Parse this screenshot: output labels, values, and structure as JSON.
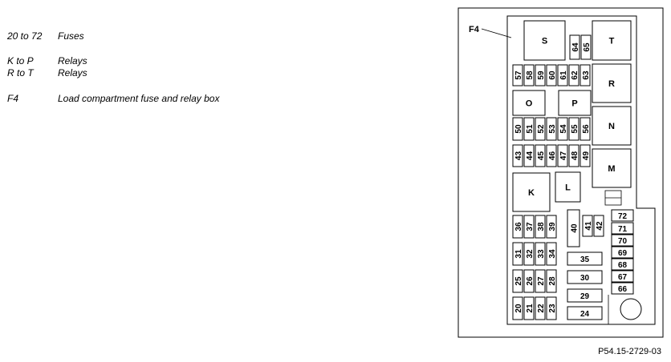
{
  "legend": [
    {
      "key": "20 to 72",
      "desc": "Fuses"
    },
    {
      "key": "K to P",
      "desc": "Relays"
    },
    {
      "key": "R to T",
      "desc": "Relays"
    },
    {
      "key": "F4",
      "desc": "Load compartment fuse and relay box"
    }
  ],
  "diagram": {
    "callout": "F4",
    "reference": "P54.15-2729-03",
    "relays": [
      "S",
      "T",
      "R",
      "O",
      "P",
      "N",
      "M",
      "K",
      "L"
    ],
    "fuses_vertical": [
      "64",
      "65",
      "57",
      "58",
      "59",
      "60",
      "61",
      "62",
      "63",
      "50",
      "51",
      "52",
      "53",
      "54",
      "55",
      "56",
      "43",
      "44",
      "45",
      "46",
      "47",
      "48",
      "49",
      "40",
      "41",
      "42",
      "36",
      "37",
      "38",
      "39",
      "31",
      "32",
      "33",
      "34",
      "25",
      "26",
      "27",
      "28",
      "20",
      "21",
      "22",
      "23"
    ],
    "fuses_horizontal": [
      "35",
      "30",
      "29",
      "24",
      "72",
      "71",
      "70",
      "69",
      "68",
      "67",
      "66"
    ]
  }
}
